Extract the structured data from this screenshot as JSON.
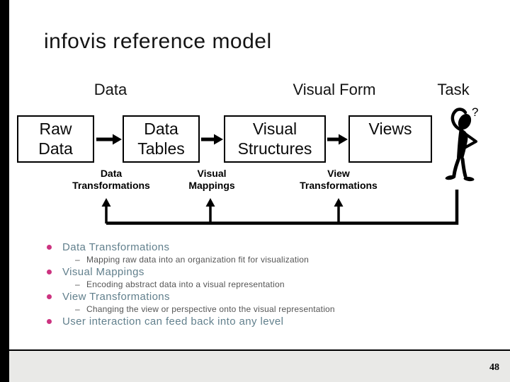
{
  "slide": {
    "title": "infovis reference model",
    "page_number": "48"
  },
  "colors": {
    "bullet_dot": "#cc3380",
    "bullet_heading_text": "#62808d",
    "bullet_sub_text": "#555555",
    "footer_background": "#e9e9e7",
    "diagram_ink": "#000000"
  },
  "diagram": {
    "column_headers": [
      "Data",
      "Visual Form",
      "Task"
    ],
    "boxes": [
      "Raw\nData",
      "Data\nTables",
      "Visual\nStructures",
      "Views"
    ],
    "transform_labels": [
      "Data\nTransformations",
      "Visual\nMappings",
      "View\nTransformations"
    ],
    "question_mark": "?"
  },
  "bullets": {
    "dash_glyph": "–",
    "items": [
      {
        "label": "Data Transformations",
        "sub": "Mapping raw data into an organization fit for visualization"
      },
      {
        "label": "Visual Mappings",
        "sub": "Encoding abstract data into a visual representation"
      },
      {
        "label": "View Transformations",
        "sub": "Changing the view or perspective onto the visual representation"
      },
      {
        "label": "User interaction can feed back into any level"
      }
    ]
  }
}
